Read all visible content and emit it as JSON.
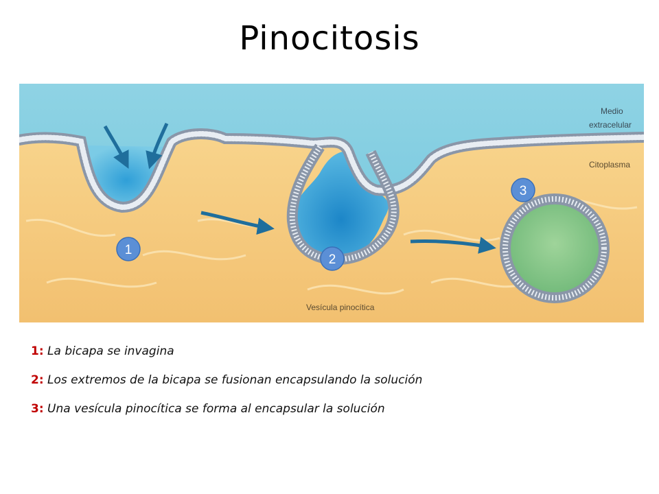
{
  "title": "Pinocitosis",
  "diagram": {
    "labels": {
      "extracellular_line1": "Medio",
      "extracellular_line2": "extracelular",
      "cytoplasm": "Citoplasma",
      "vesicle": "Vesícula pinocítica"
    },
    "markers": [
      "1",
      "2",
      "3"
    ],
    "colors": {
      "extracellular": "#86cfe0",
      "cytoplasm": "#f4c678",
      "marker_fill": "#5b8fd6",
      "vesicle_fill": "#8cc98a",
      "arrow": "#1f6e9c"
    }
  },
  "legend": [
    {
      "num": "1:",
      "text": "La bicapa se invagina"
    },
    {
      "num": "2:",
      "text": "Los extremos de la bicapa se fusionan encapsulando la solución"
    },
    {
      "num": "3:",
      "text": "Una vesícula pinocítica se forma al encapsular la solución"
    }
  ]
}
